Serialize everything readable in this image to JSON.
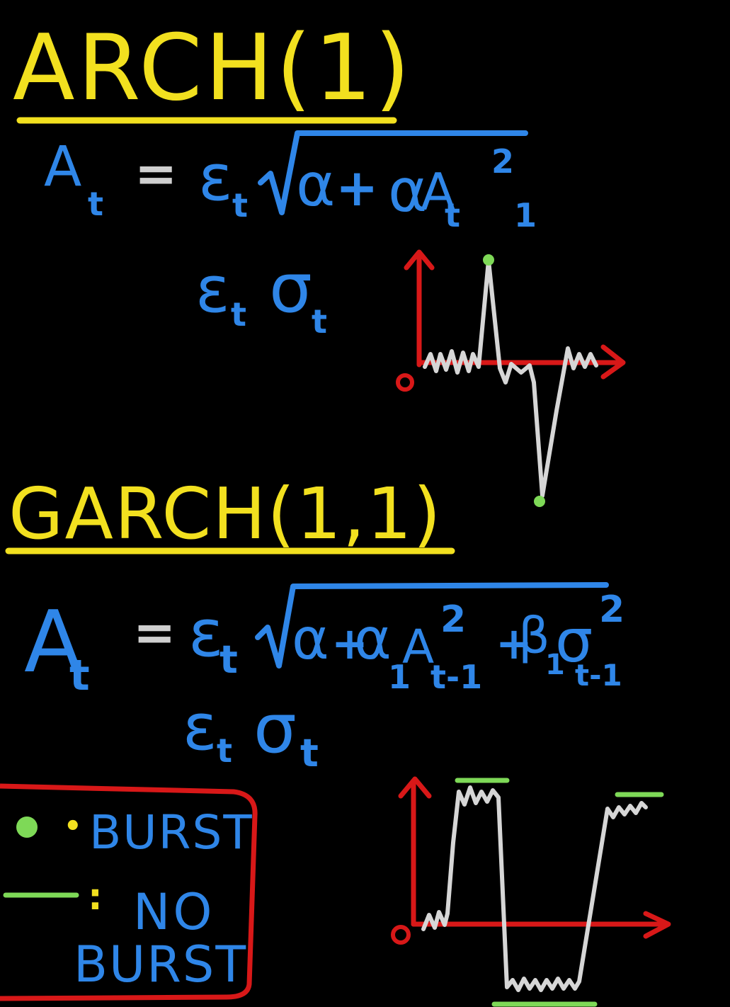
{
  "colors": {
    "background": "#000000",
    "title": "#f2e01f",
    "formula": "#2f86e8",
    "equals": "#cfcfcf",
    "axes": "#d81818",
    "series": "#d6d6d6",
    "marker": "#7ed957"
  },
  "arch": {
    "title": "ARCH(1)",
    "equation_lhs": "A",
    "equation_lhs_sub": "t",
    "equals": "=",
    "eps": "ε",
    "eps_sub": "t",
    "radicand_alpha0": "α",
    "plus": "+",
    "alpha1": "α",
    "a_term": "A",
    "a_term_sub": "t 1",
    "a_term_sup": "2",
    "line2_eps": "ε",
    "line2_eps_sub": "t",
    "line2_sigma": "σ",
    "line2_sigma_sub": "t",
    "plot_origin": "o"
  },
  "garch": {
    "title": "GARCH(1,1)",
    "equation_lhs": "A",
    "equation_lhs_sub": "t",
    "equals": "=",
    "eps": "ε",
    "eps_sub": "t",
    "alpha0": "α",
    "plus1": "+",
    "alpha1": "α",
    "alpha1_sub": "1",
    "a_term": "A",
    "a_term_sup": "2",
    "a_term_sub": "t-1",
    "plus2": "+",
    "beta": "β",
    "beta_sub": "1",
    "sigma": "σ",
    "sigma_sup": "2",
    "sigma_sub": "t-1",
    "line2_eps": "ε",
    "line2_eps_sub": "t",
    "line2_sigma": "σ",
    "line2_sigma_sub": "t",
    "plot_origin": "o"
  },
  "legend": {
    "burst_label": "BURST",
    "burst_sep": "•",
    "noburst_sep": ":",
    "noburst_label_1": "NO",
    "noburst_label_2": "BURST"
  }
}
